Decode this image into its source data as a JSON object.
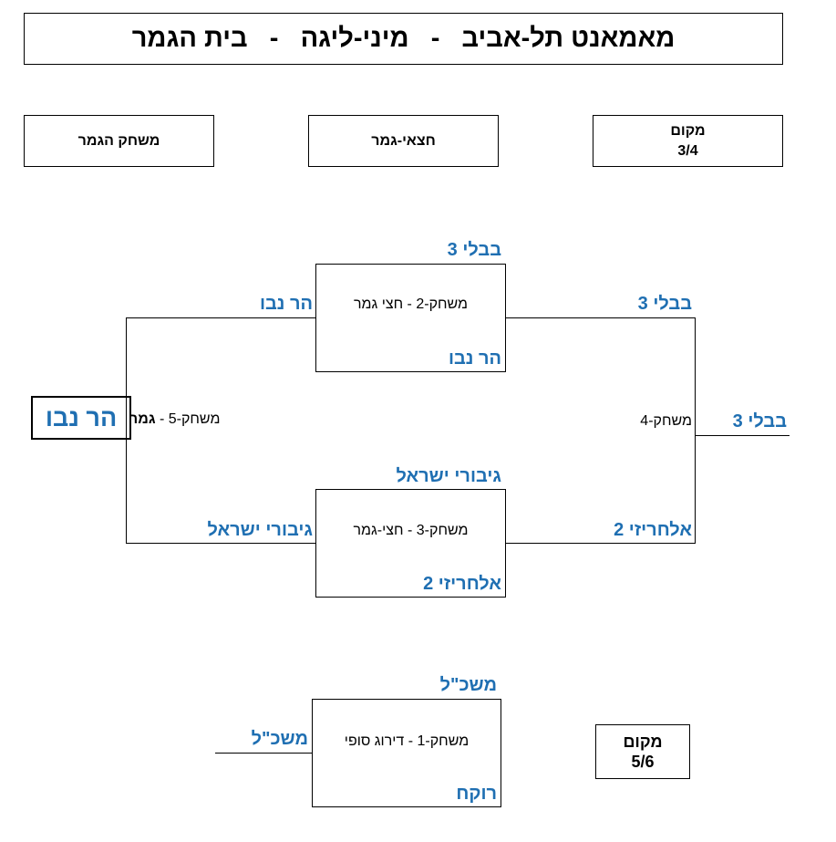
{
  "title": "מאמאנט תל-אביב   -   מיני-ליגה   -   בית הגמר",
  "headers": {
    "final": "משחק הגמר",
    "semifinal": "חצאי-גמר",
    "place34_label": "מקום",
    "place34_value": "3/4"
  },
  "semi1": {
    "game": "משחק-2 - חצי גמר",
    "top_team": "בבלי 3",
    "bottom_team": "הר נבו"
  },
  "semi2": {
    "game": "משחק-3 - חצי-גמר",
    "top_team": "גיבורי ישראל",
    "bottom_team": "אלחריזי 2"
  },
  "final": {
    "game_prefix": "משחק-5 - ",
    "game_bold": "גמר",
    "top_team": "הר נבו",
    "bottom_team": "גיבורי ישראל",
    "winner": "הר נבו"
  },
  "third_place": {
    "game": "משחק-4",
    "top_team": "בבלי 3",
    "bottom_team": "אלחריזי 2",
    "winner": "בבלי 3"
  },
  "fifth_place": {
    "game": "משחק-1 - דירוג סופי",
    "top_team": "משכ\"ל",
    "bottom_team": "רוקח",
    "winner": "משכ\"ל",
    "place_label": "מקום",
    "place_value": "5/6"
  }
}
